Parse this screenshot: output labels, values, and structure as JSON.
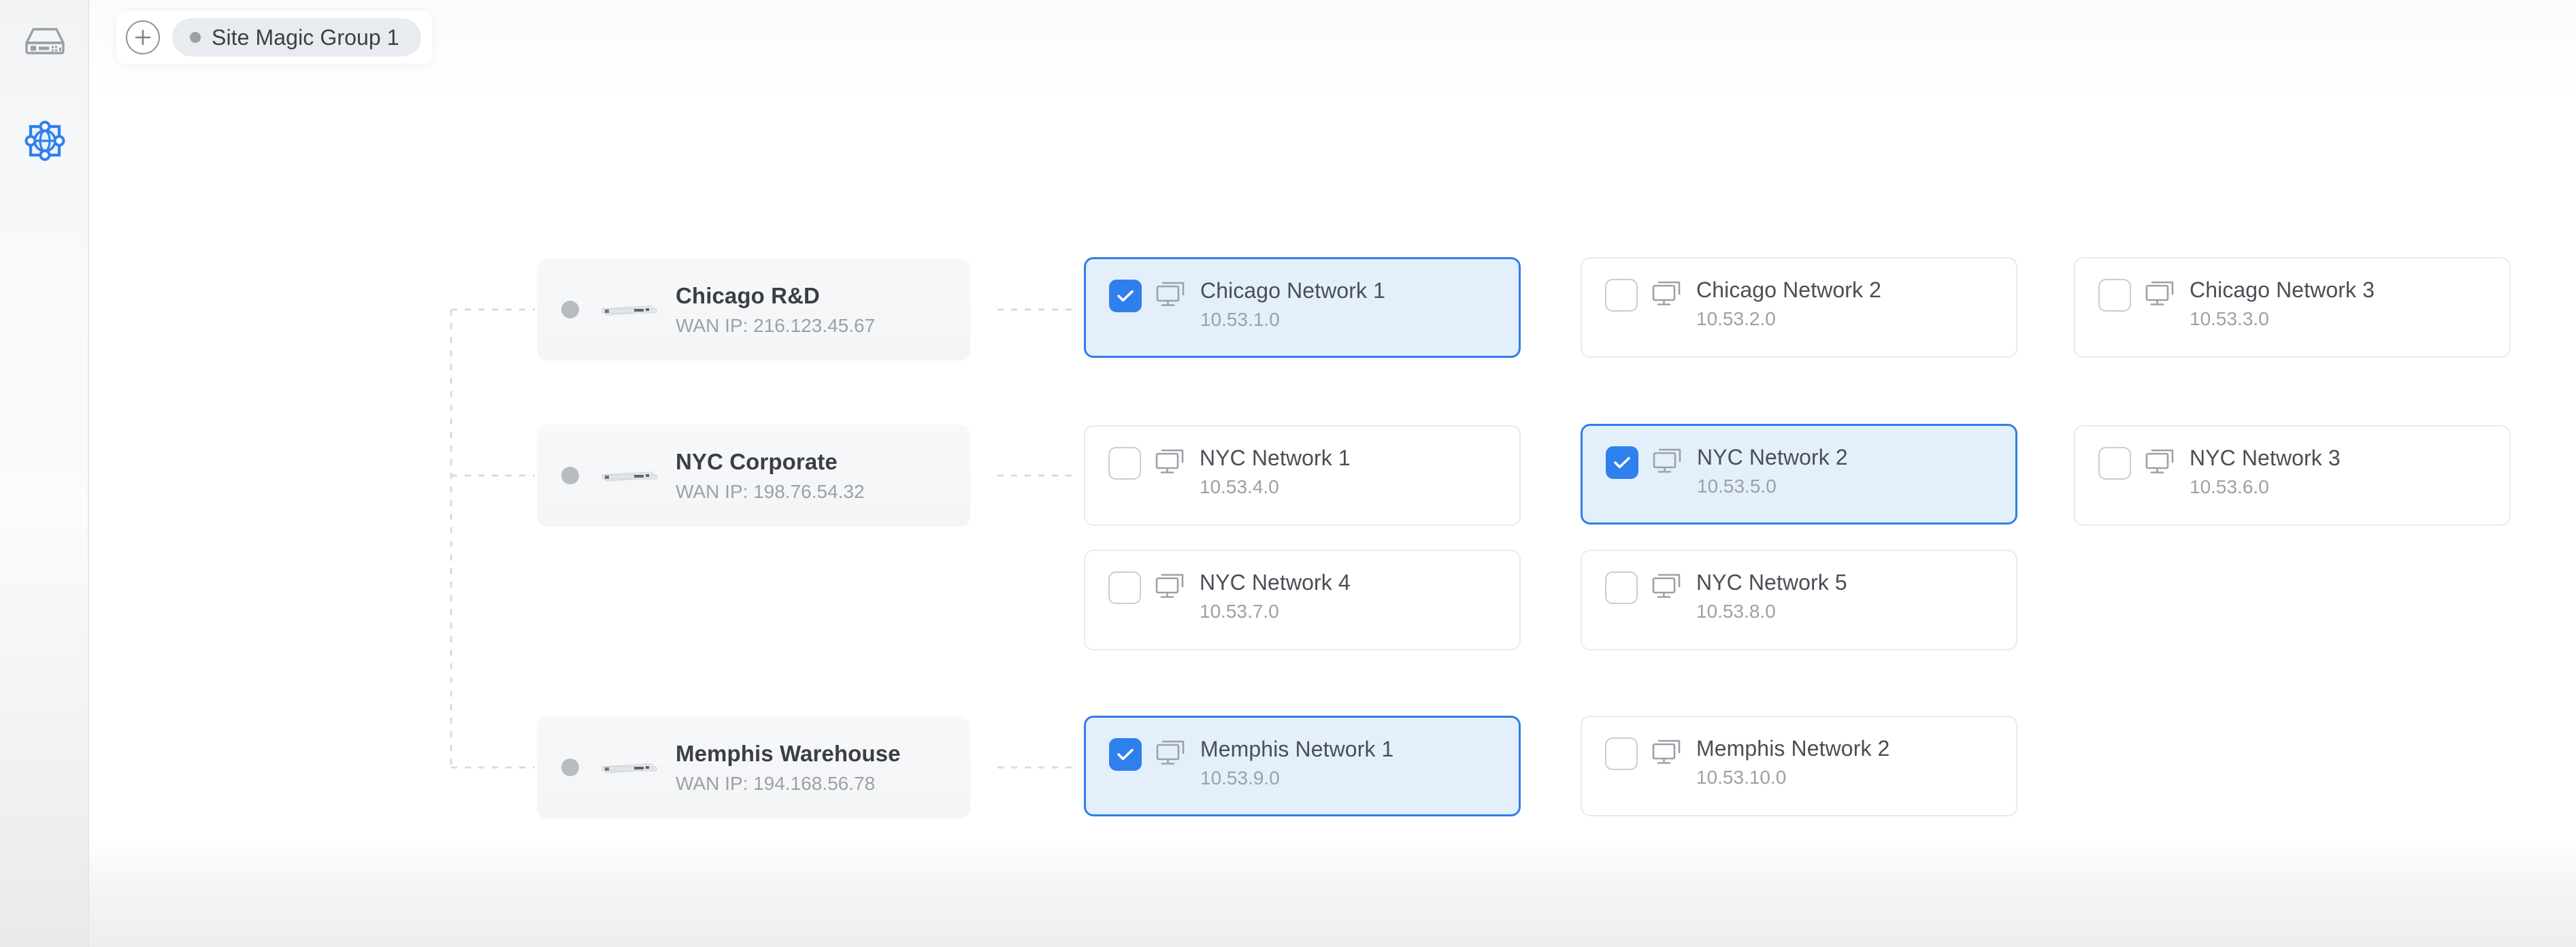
{
  "sidebar": {
    "items": [
      {
        "name": "appliance-icon",
        "label": "Appliance",
        "active": false
      },
      {
        "name": "site-magic-icon",
        "label": "Site Magic",
        "active": true
      }
    ]
  },
  "tabbar": {
    "add_button_label": "+",
    "tabs": [
      {
        "label": "Site Magic Group 1",
        "status": "idle",
        "active": true
      }
    ]
  },
  "topology": {
    "sites": [
      {
        "name": "Chicago R&D",
        "wan_label": "WAN IP: 216.123.45.67",
        "status": "idle",
        "networks": [
          {
            "name": "Chicago Network 1",
            "subnet": "10.53.1.0",
            "selected": true
          },
          {
            "name": "Chicago Network 2",
            "subnet": "10.53.2.0",
            "selected": false
          },
          {
            "name": "Chicago Network 3",
            "subnet": "10.53.3.0",
            "selected": false
          }
        ]
      },
      {
        "name": "NYC Corporate",
        "wan_label": "WAN IP: 198.76.54.32",
        "status": "idle",
        "networks": [
          {
            "name": "NYC Network 1",
            "subnet": "10.53.4.0",
            "selected": false
          },
          {
            "name": "NYC Network 2",
            "subnet": "10.53.5.0",
            "selected": true
          },
          {
            "name": "NYC Network 3",
            "subnet": "10.53.6.0",
            "selected": false
          },
          {
            "name": "NYC Network 4",
            "subnet": "10.53.7.0",
            "selected": false
          },
          {
            "name": "NYC Network 5",
            "subnet": "10.53.8.0",
            "selected": false
          }
        ]
      },
      {
        "name": "Memphis Warehouse",
        "wan_label": "WAN IP: 194.168.56.78",
        "status": "idle",
        "networks": [
          {
            "name": "Memphis Network 1",
            "subnet": "10.53.9.0",
            "selected": true
          },
          {
            "name": "Memphis Network 2",
            "subnet": "10.53.10.0",
            "selected": false
          }
        ]
      }
    ]
  },
  "colors": {
    "accent": "#2f80ed",
    "selected_card_bg": "#e4effc",
    "selected_card_border": "#2f7fe8",
    "card_border": "#e8eaec",
    "site_card_bg": "#f5f6f7",
    "chip_bg": "#e8ecf1",
    "muted_text": "#9ba1a7",
    "primary_text": "#3a3f45",
    "connector": "#d8dbde"
  }
}
